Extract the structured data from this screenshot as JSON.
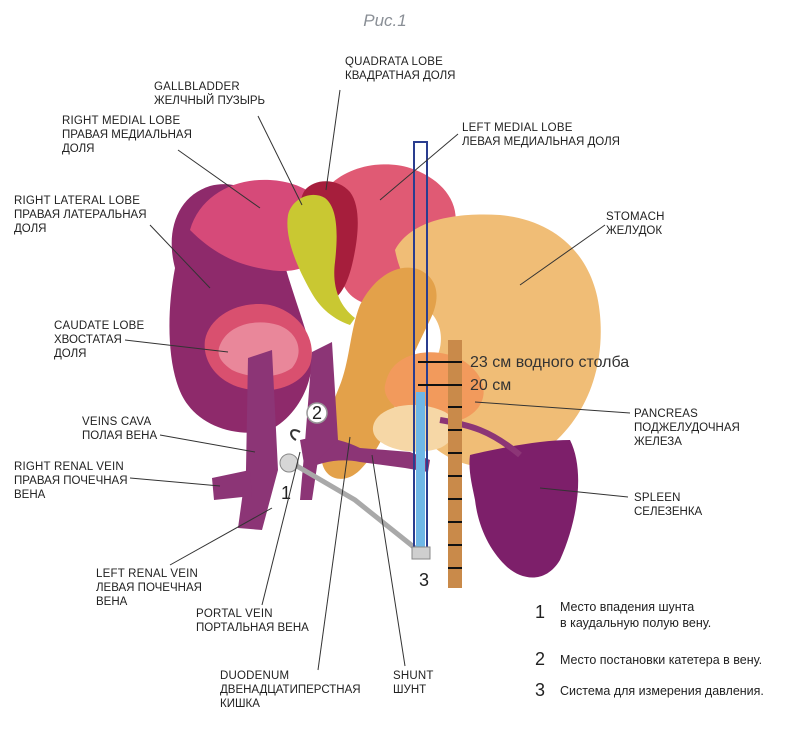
{
  "title": "Рис.1",
  "labels": {
    "gallbladder": [
      "GALLBLADDER",
      "ЖЕЛЧНЫЙ ПУЗЫРЬ"
    ],
    "quadrata": [
      "QUADRATA LOBE",
      "КВАДРАТНАЯ ДОЛЯ"
    ],
    "left_medial": [
      "LEFT MEDIAL LOBE",
      "ЛЕВАЯ МЕДИАЛЬНАЯ ДОЛЯ"
    ],
    "right_medial": [
      "RIGHT MEDIAL LOBE",
      "ПРАВАЯ МЕДИАЛЬНАЯ",
      "ДОЛЯ"
    ],
    "right_lateral": [
      "RIGHT LATERAL LOBE",
      "ПРАВАЯ ЛАТЕРАЛЬНАЯ",
      "ДОЛЯ"
    ],
    "stomach": [
      "STOMACH",
      "ЖЕЛУДОК"
    ],
    "caudate": [
      "CAUDATE LOBE",
      "ХВОСТАТАЯ",
      "ДОЛЯ"
    ],
    "veins_cava": [
      "VEINS CAVA",
      "ПОЛАЯ ВЕНА"
    ],
    "pancreas": [
      "PANCREAS",
      "ПОДЖЕЛУДОЧНАЯ",
      "ЖЕЛЕЗА"
    ],
    "right_renal": [
      "RIGHT RENAL VEIN",
      "ПРАВАЯ ПОЧЕЧНАЯ",
      "ВЕНА"
    ],
    "spleen": [
      "SPLEEN",
      "СЕЛЕЗЕНКА"
    ],
    "left_renal": [
      "LEFT RENAL VEIN",
      "ЛЕВАЯ ПОЧЕЧНАЯ",
      "ВЕНА"
    ],
    "portal": [
      "PORTAL VEIN",
      "ПОРТАЛЬНАЯ ВЕНА"
    ],
    "duodenum": [
      "DUODENUM",
      "ДВЕНАДЦАТИПЕРСТНАЯ",
      "КИШКА"
    ],
    "shunt": [
      "SHUNT",
      "ШУНТ"
    ]
  },
  "scale": {
    "mark1": "23 см водного столба",
    "mark2": "20 см"
  },
  "markers": {
    "m1": "1",
    "m2": "2",
    "m3": "3"
  },
  "legend": [
    {
      "num": "1",
      "lines": [
        "Место впадения шунта",
        "в каудальную полую вену."
      ]
    },
    {
      "num": "2",
      "lines": [
        "Место постановки катетера в вену."
      ]
    },
    {
      "num": "3",
      "lines": [
        "Система для измерения давления."
      ]
    }
  ],
  "colors": {
    "liver_dark": "#8e2a6b",
    "liver_pink": "#d9506f",
    "liver_light": "#e9879a",
    "gallbladder": "#c9c832",
    "stomach": "#f0bd76",
    "duodenum": "#e3a14a",
    "pancreas": "#f29a5c",
    "spleen": "#7d1f6a",
    "vein": "#8c3576",
    "tube_blue": "#2a3d8f",
    "ruler": "#c98a4a"
  }
}
